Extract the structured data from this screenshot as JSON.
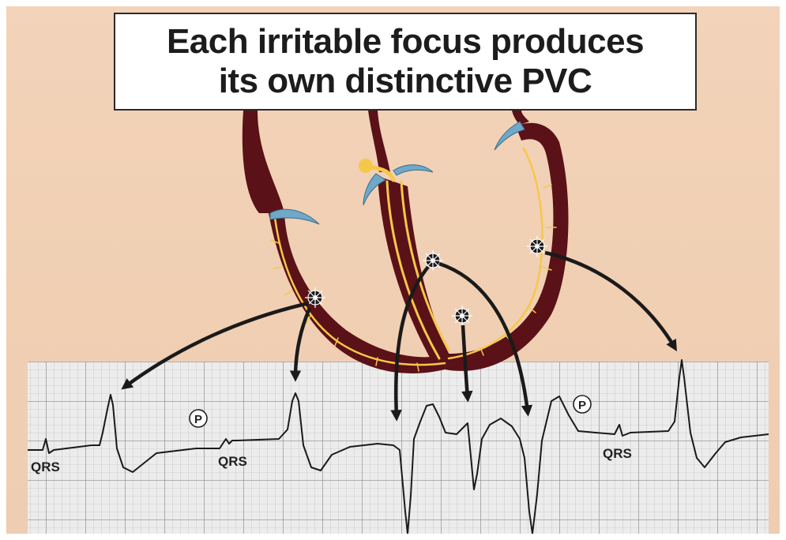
{
  "title": {
    "line1": "Each irritable focus produces",
    "line2": "its own distinctive PVC"
  },
  "ecg_labels": {
    "qrs_1": "QRS",
    "qrs_2": "QRS",
    "qrs_3": "QRS",
    "p_1": "P",
    "p_2": "P"
  },
  "colors": {
    "background": "#f0cfb3",
    "myocardium": "#5a1117",
    "conduction": "#f5c84a",
    "valve": "#6fa8c8",
    "ecg_grid": "#9a9a9a",
    "ecg_trace": "#1a1a1a"
  }
}
